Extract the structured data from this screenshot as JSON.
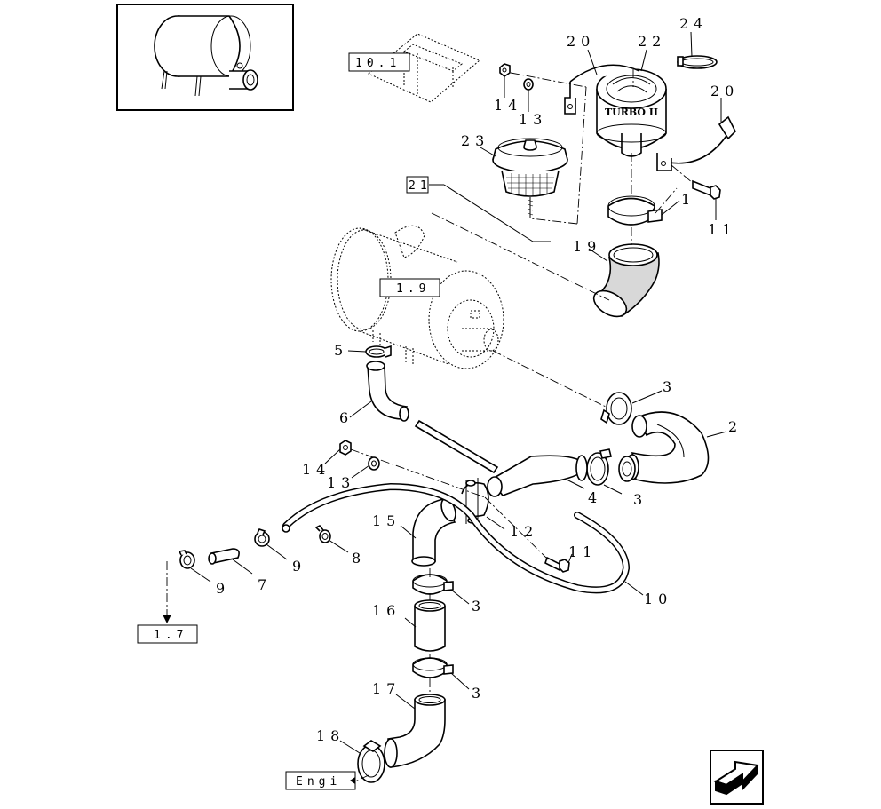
{
  "diagram": {
    "title": "",
    "brand_text": "TURBO II",
    "callouts": [
      "20",
      "22",
      "24",
      "14",
      "13",
      "20",
      "23",
      "1",
      "11",
      "19",
      "5",
      "3",
      "6",
      "2",
      "14",
      "13",
      "4",
      "3",
      "15",
      "12",
      "11",
      "8",
      "9",
      "9",
      "7",
      "10",
      "16",
      "3",
      "3",
      "17",
      "18"
    ],
    "refs": [
      "10.1",
      "21",
      "1.9",
      "1.7",
      "Engi"
    ]
  }
}
